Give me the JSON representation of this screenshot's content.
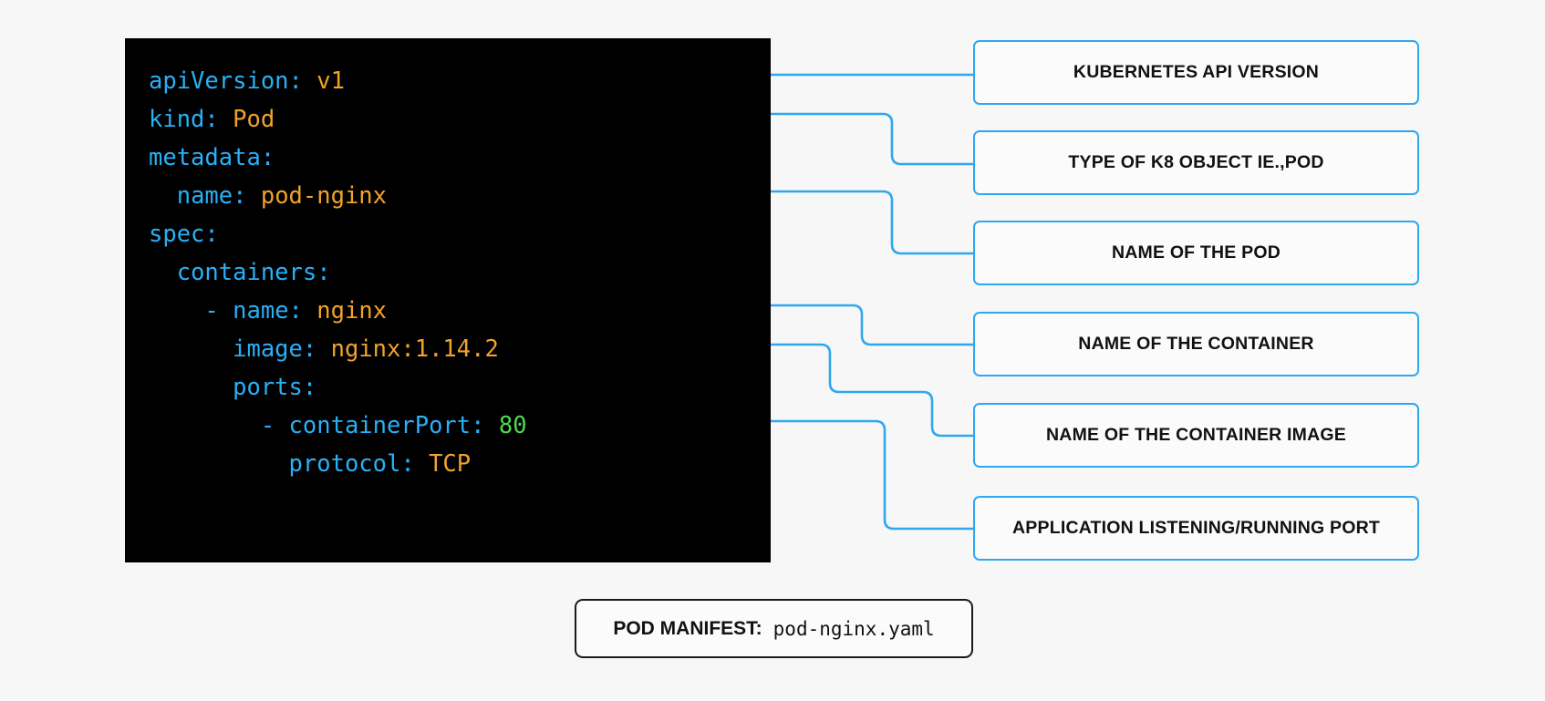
{
  "page": {
    "background_color": "#f7f7f7",
    "accent_color": "#2fa7ef"
  },
  "code_block": {
    "background_color": "#000000",
    "key_color": "#29b0f7",
    "value_color": "#f0a32a",
    "number_color": "#4fd94f",
    "lines": [
      {
        "indent": 0,
        "key": "apiVersion:",
        "value": "v1",
        "value_type": "string"
      },
      {
        "indent": 0,
        "key": "kind:",
        "value": "Pod",
        "value_type": "string"
      },
      {
        "indent": 0,
        "key": "metadata:",
        "value": "",
        "value_type": "none"
      },
      {
        "indent": 1,
        "key": "name:",
        "value": "pod-nginx",
        "value_type": "string"
      },
      {
        "indent": 0,
        "key": "spec:",
        "value": "",
        "value_type": "none"
      },
      {
        "indent": 1,
        "key": "containers:",
        "value": "",
        "value_type": "none"
      },
      {
        "indent": 2,
        "key": "- name:",
        "value": "nginx",
        "value_type": "string"
      },
      {
        "indent": 3,
        "key": "image:",
        "value": "nginx:1.14.2",
        "value_type": "string"
      },
      {
        "indent": 3,
        "key": "ports:",
        "value": "",
        "value_type": "none"
      },
      {
        "indent": 4,
        "key": "- containerPort:",
        "value": "80",
        "value_type": "number"
      },
      {
        "indent": 5,
        "key": "protocol:",
        "value": "TCP",
        "value_type": "string"
      }
    ],
    "raw_text": "apiVersion: v1\nkind: Pod\nmetadata:\n  name: pod-nginx\nspec:\n  containers:\n    - name: nginx\n      image: nginx:1.14.2\n      ports:\n        - containerPort: 80\n          protocol: TCP"
  },
  "callouts": [
    {
      "label": "KUBERNETES API VERSION",
      "targets_line": "apiVersion: v1"
    },
    {
      "label": "TYPE OF K8 OBJECT IE.,POD",
      "targets_line": "kind: Pod"
    },
    {
      "label": "NAME OF THE POD",
      "targets_line": "name: pod-nginx"
    },
    {
      "label": "NAME OF THE CONTAINER",
      "targets_line": "- name: nginx"
    },
    {
      "label": "NAME OF THE CONTAINER IMAGE",
      "targets_line": "image: nginx:1.14.2"
    },
    {
      "label": "APPLICATION LISTENING/RUNNING PORT",
      "targets_line": "- containerPort: 80"
    }
  ],
  "manifest": {
    "label": "POD MANIFEST:",
    "filename": "pod-nginx.yaml"
  }
}
